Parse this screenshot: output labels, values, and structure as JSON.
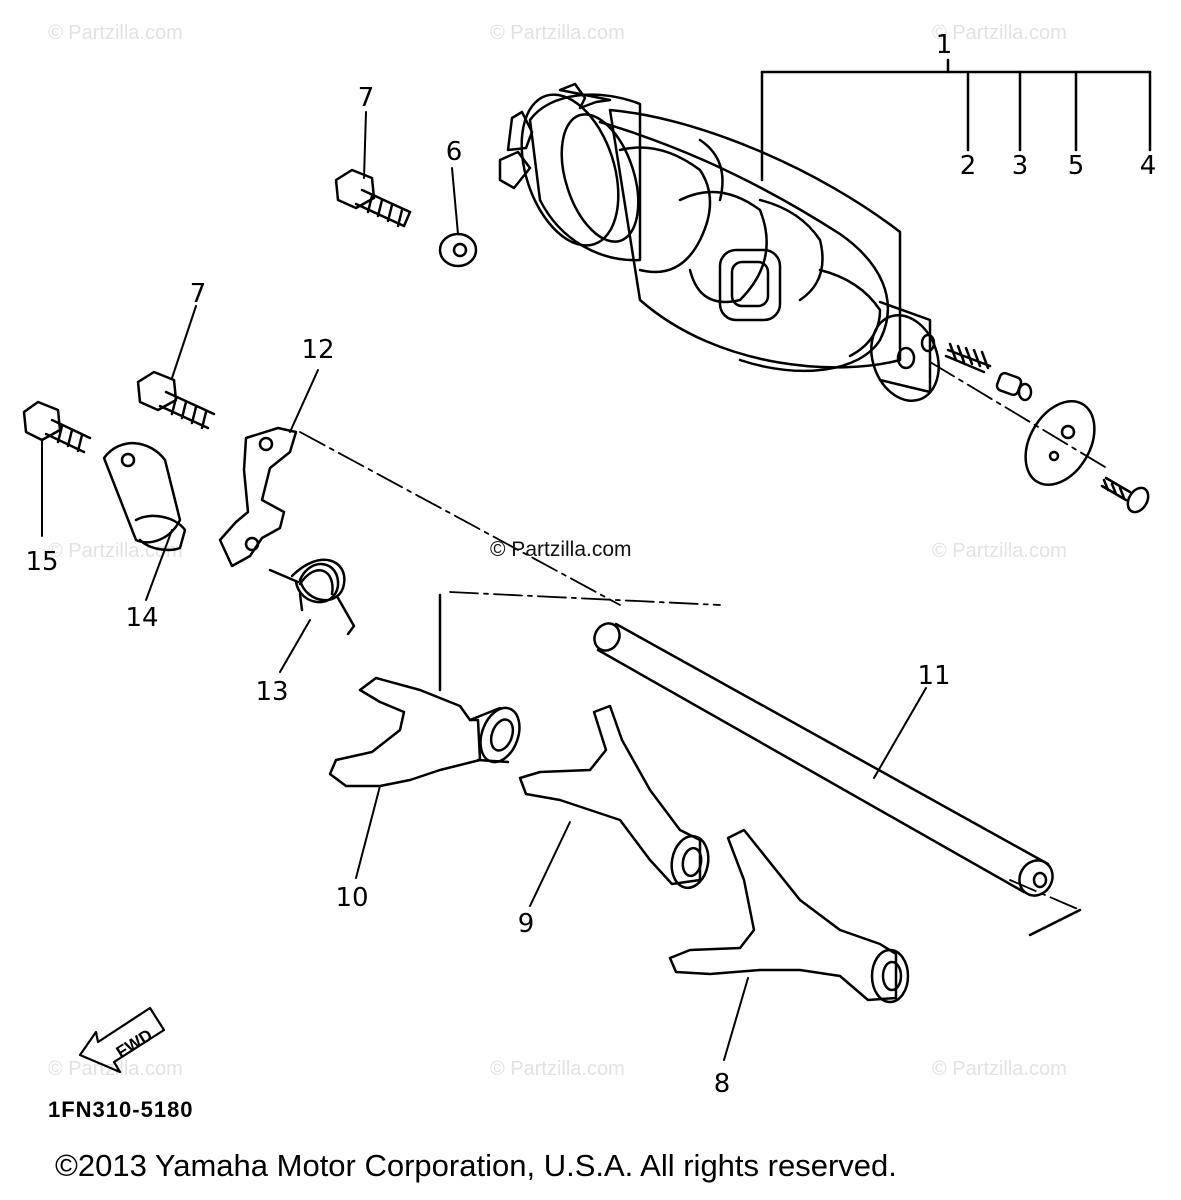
{
  "watermarks": {
    "text": "© Partzilla.com",
    "center_text": "© Partzilla.com"
  },
  "callouts": {
    "c1": "1",
    "c2": "2",
    "c3": "3",
    "c4": "4",
    "c5": "5",
    "c6": "6",
    "c7a": "7",
    "c7b": "7",
    "c8": "8",
    "c9": "9",
    "c10": "10",
    "c11": "11",
    "c12": "12",
    "c13": "13",
    "c14": "14",
    "c15": "15"
  },
  "fwd_label": "FWD",
  "diagram_code": "1FN310-5180",
  "copyright": "©2013 Yamaha Motor Corporation, U.S.A. All rights reserved."
}
